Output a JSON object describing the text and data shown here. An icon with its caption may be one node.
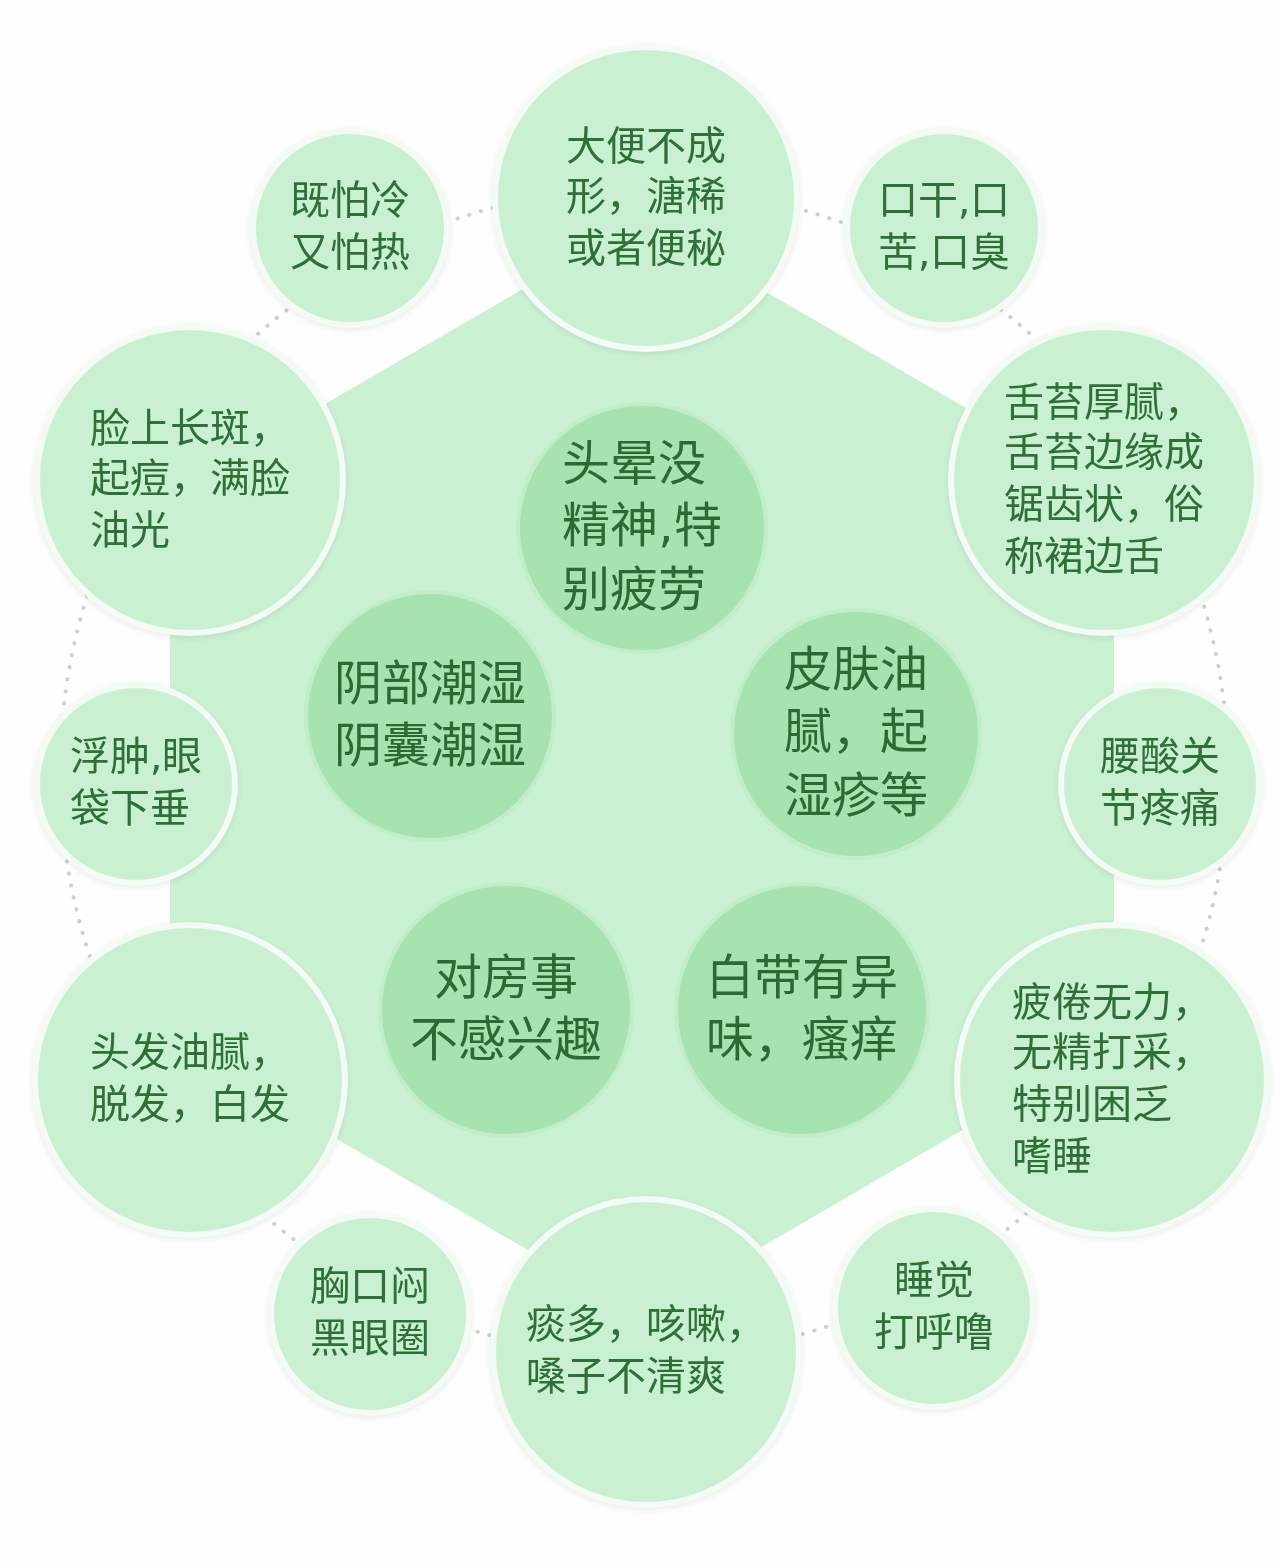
{
  "diagram": {
    "nodes": [
      {
        "text": [],
        "shape": "hexagon"
      },
      {
        "text": [
          "既怕冷又怕热"
        ]
      },
      {
        "text": [
          "大便不成形，溏稀或者便秘"
        ]
      },
      {
        "text": [
          "口干,口苦,口臭"
        ]
      },
      {
        "text": [
          "脸上长斑，起痘，满脸油光"
        ]
      },
      {
        "text": [
          "头晕没精神,特别疲劳"
        ],
        "in": 0
      },
      {
        "text": [
          "舌苔厚腻，舌苔边缘成锯齿状，俗称裙边舌"
        ]
      },
      {
        "text": [
          "阴部潮湿阴囊潮湿"
        ],
        "in": 0
      },
      {
        "text": [
          "皮肤油腻，起湿疹等"
        ],
        "in": 0
      },
      {
        "text": [
          "浮肿,眼袋下垂"
        ]
      },
      {
        "text": [
          "腰酸关节疼痛"
        ]
      },
      {
        "text": [
          "头发油腻，脱发，白发"
        ]
      },
      {
        "text": [
          "对房事不感兴趣"
        ],
        "in": 0
      },
      {
        "text": [
          "白带有异味，瘙痒"
        ],
        "in": 0
      },
      {
        "text": [
          "疲倦无力，无精打采，特别困乏嗜睡"
        ]
      },
      {
        "text": [
          "胸口闷黑眼圈"
        ]
      },
      {
        "text": [
          "痰多，咳嗽，嗓子不清爽"
        ]
      },
      {
        "text": [
          "睡觉打呼噜"
        ]
      }
    ]
  }
}
